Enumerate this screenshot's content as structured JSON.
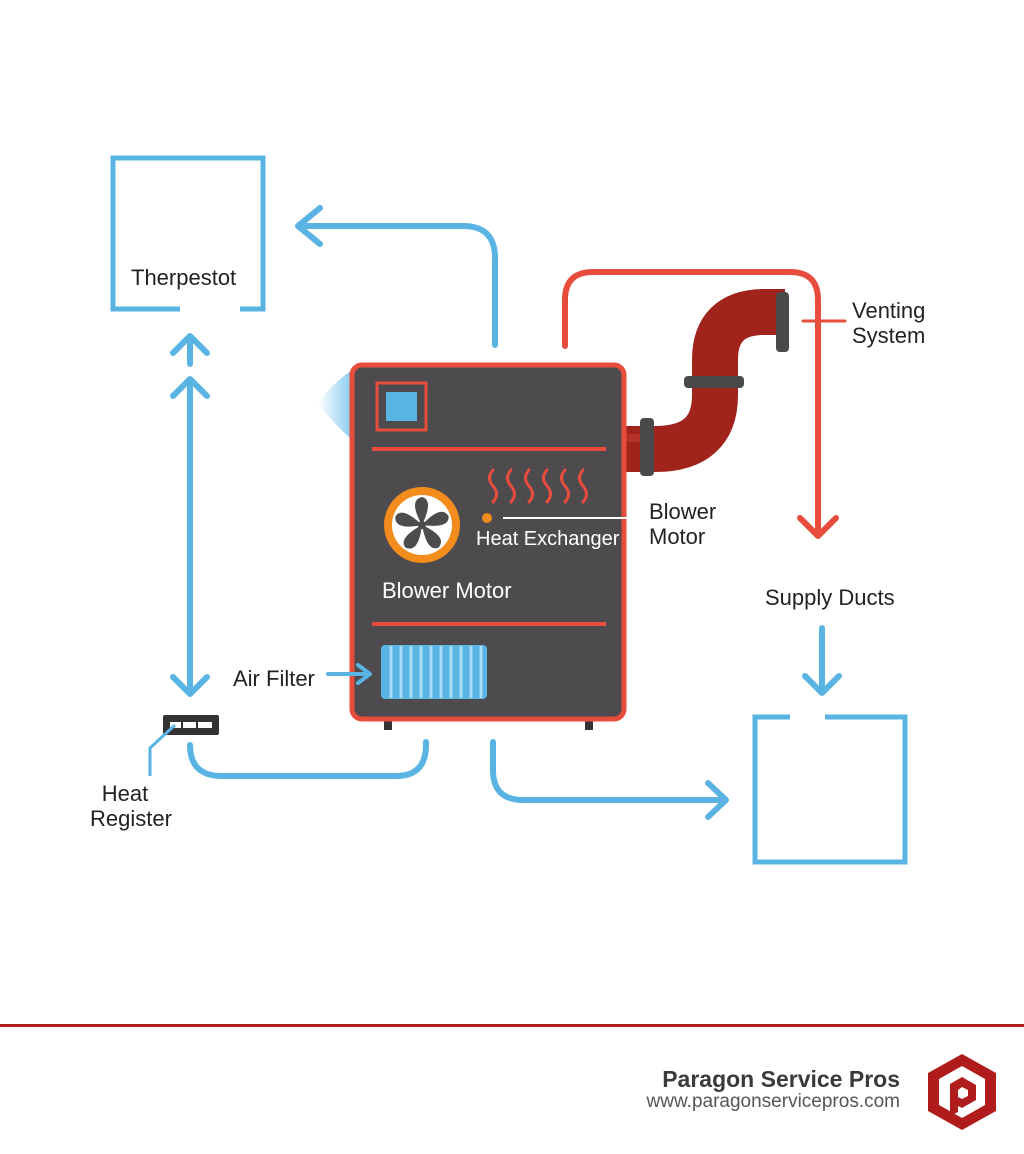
{
  "labels": {
    "thermostat": "Therpestot",
    "venting_system_line1": "Venting",
    "venting_system_line2": "System",
    "heat_exchanger": "Heat Exchanger",
    "blower_motor_side_line1": "Blower",
    "blower_motor_side_line2": "Motor",
    "blower_motor": "Blower Motor",
    "supply_ducts": "Supply Ducts",
    "air_filter": "Air Filter",
    "heat_register_line1": "Heat",
    "heat_register_line2": "Register"
  },
  "footer": {
    "brand_name": "Paragon Service Pros",
    "brand_url": "www.paragonservicepros.com"
  },
  "colors": {
    "blue_duct": "#5ab4e3",
    "red_duct": "#e84c3d",
    "furnace_body": "#4d4b4e",
    "furnace_border": "#e84c3d",
    "pipe": "#a0231c",
    "accent_orange": "#f28c1c",
    "brand_red": "#b01c1c"
  },
  "icons": [
    "fan-icon",
    "heat-waves-icon",
    "air-filter-icon",
    "heat-register-icon",
    "paragon-logo-icon",
    "arrow-icon"
  ]
}
